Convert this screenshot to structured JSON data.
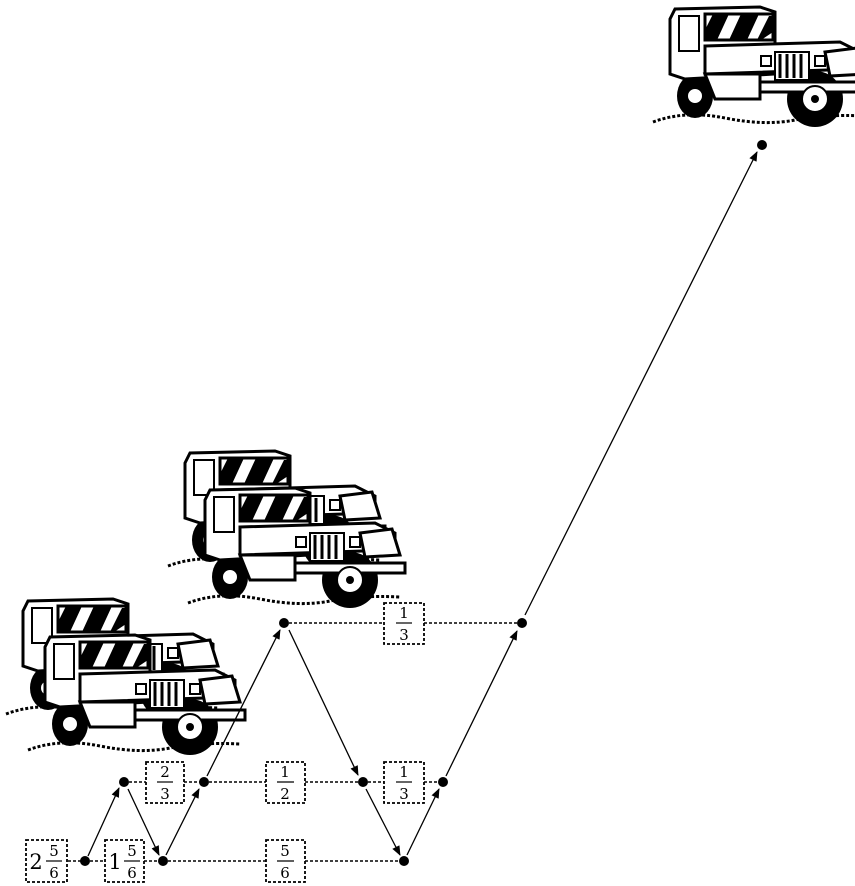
{
  "labels": {
    "whole_2": "2",
    "num_5a": "5",
    "den_6a": "6",
    "whole_1": "1",
    "num_5b": "5",
    "den_6b": "6",
    "num_2": "2",
    "den_3a": "3",
    "num_1a": "1",
    "den_2": "2",
    "num_1b": "1",
    "den_3b": "3",
    "num_1c": "1",
    "den_3c": "3",
    "num_5c": "5",
    "den_6c": "6"
  },
  "colors": {
    "ink": "#000000",
    "background": "#ffffff"
  },
  "icons": [
    "jeep-icon"
  ]
}
